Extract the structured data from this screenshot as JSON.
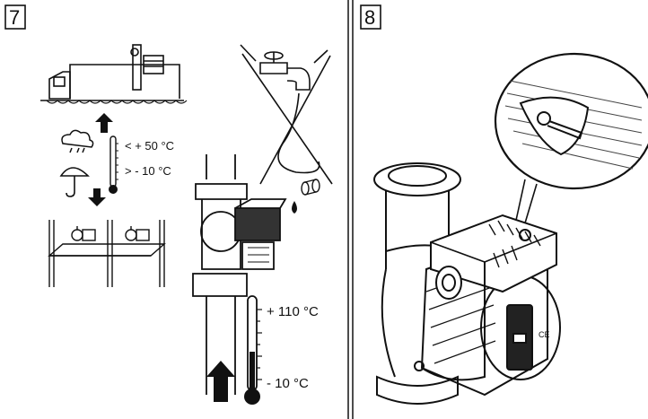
{
  "panel7": {
    "number": "7",
    "storage_temp_max": "< + 50 °C",
    "storage_temp_min": "> - 10 °C",
    "operating_temp_max": "+ 110 °C",
    "operating_temp_min": "- 10 °C"
  },
  "panel8": {
    "number": "8",
    "nameplate_mark": "CE"
  },
  "icons": [
    "truck-icon",
    "arrow-up-icon",
    "arrow-down-icon",
    "cloud-rain-icon",
    "umbrella-icon",
    "thermometer-icon",
    "shelf-icon",
    "faucet-icon",
    "water-drop-icon",
    "pump-icon",
    "flow-arrow-icon",
    "magnifier-callout-icon",
    "key-icon"
  ]
}
